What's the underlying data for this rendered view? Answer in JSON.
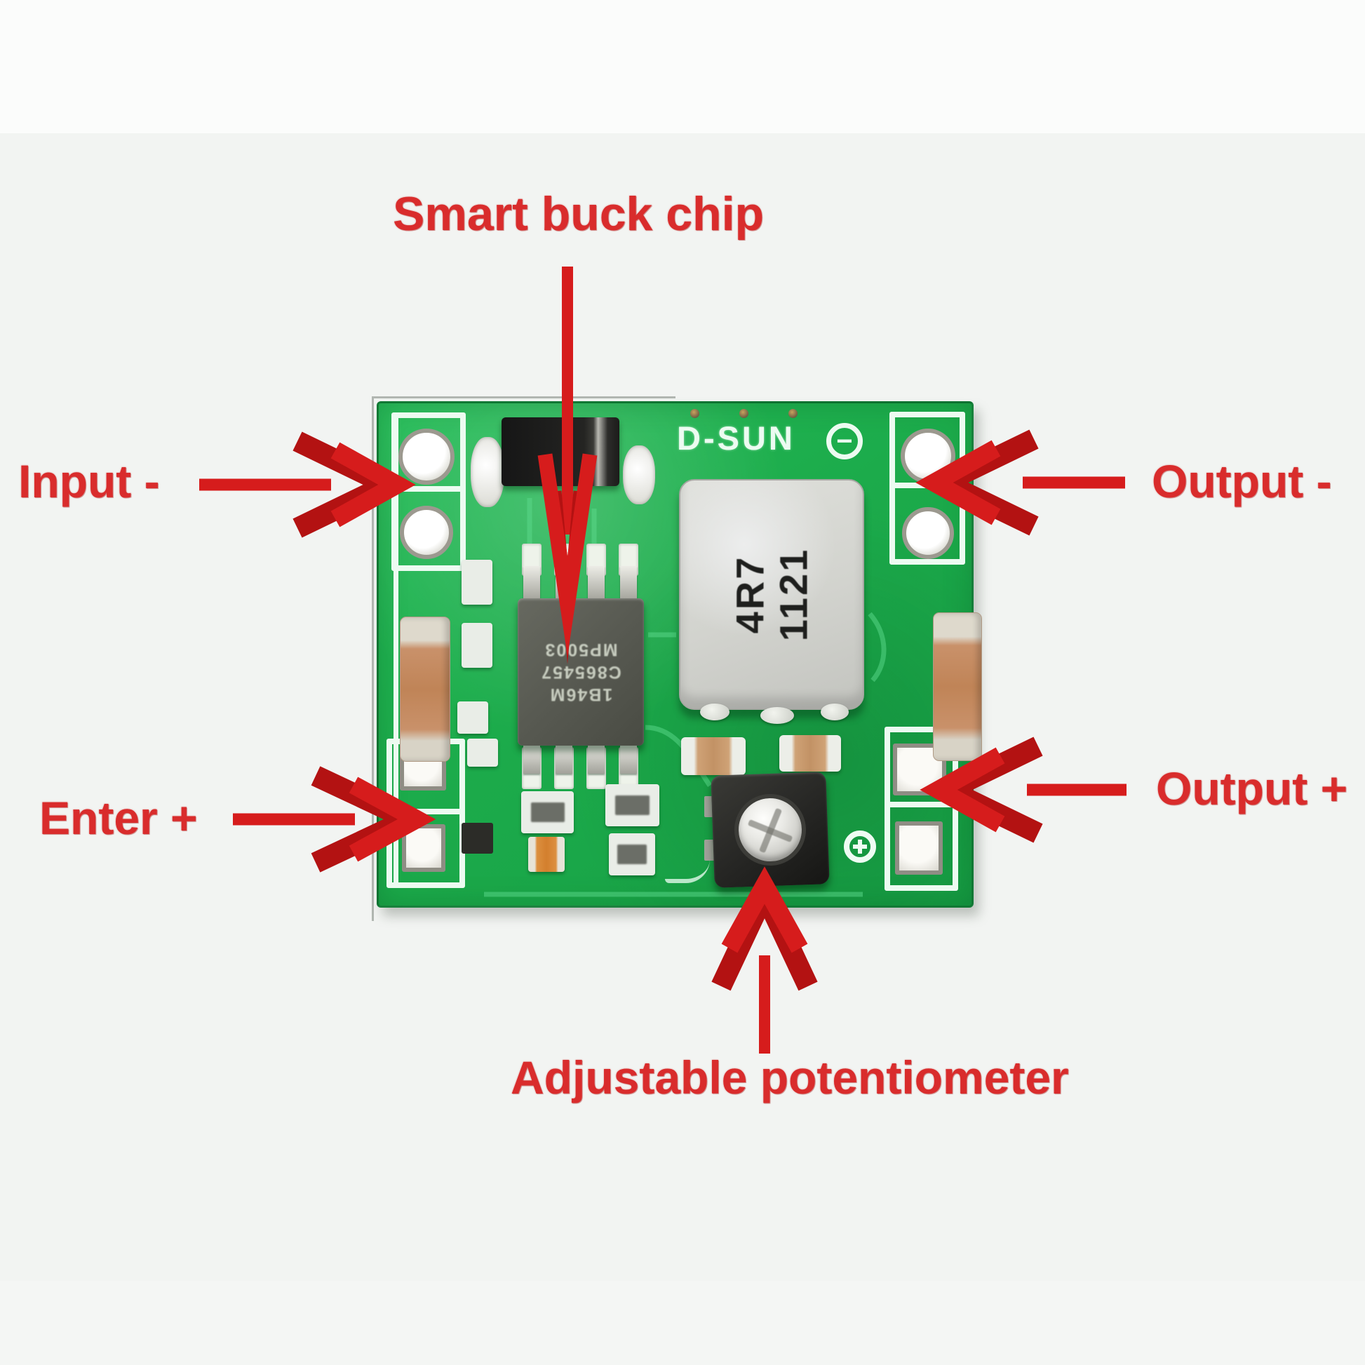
{
  "annotations": {
    "smart_buck_chip": "Smart buck chip",
    "input_minus": "Input -",
    "output_minus": "Output -",
    "enter_plus": "Enter +",
    "output_plus": "Output +",
    "adjustable_potentiometer": "Adjustable potentiometer"
  },
  "board": {
    "brand": "D-SUN",
    "polarity_symbol": "−",
    "inductor_marking": {
      "line1": "4R7",
      "line2": "1121"
    },
    "chip_marking": {
      "row1": "1B46M",
      "row2": "C865457",
      "row3": "MP5003"
    }
  },
  "colors": {
    "annotation_red": "#d92c2c",
    "arrow_red": "#d61c1c",
    "board_green": "#1cab4b",
    "board_green_dark": "#128a3c",
    "silkscreen_white": "#ecfbf1",
    "inductor_gray": "#d6d7d2",
    "capacitor_tan": "#c9916a",
    "chip_gray": "#565850",
    "background": "#f2f4f2"
  }
}
